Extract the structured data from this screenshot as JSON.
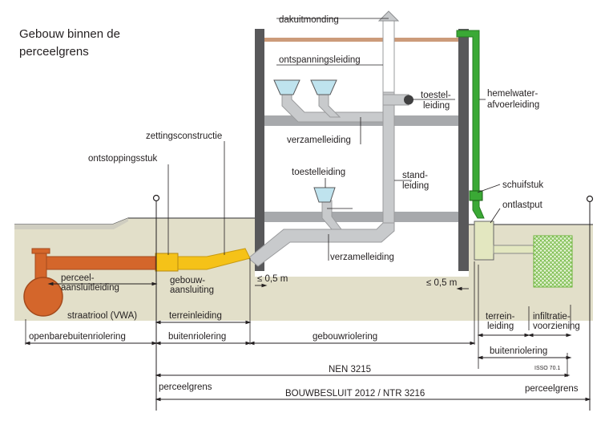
{
  "title_line1": "Gebouw binnen de",
  "title_line2": "perceelgrens",
  "labels": {
    "dakuitmonding": "dakuitmonding",
    "ontspanningsleiding": "ontspanningsleiding",
    "toestelleiding_top_1": "toestel-",
    "toestelleiding_top_2": "leiding",
    "hemelwater_1": "hemelwater-",
    "hemelwater_2": "afvoerleiding",
    "verzamelleiding_top": "verzamelleiding",
    "zettingsconstructie": "zettingsconstructie",
    "ontstoppingsstuk": "ontstoppingsstuk",
    "toestelleiding_mid": "toestelleiding",
    "standleiding_1": "stand-",
    "standleiding_2": "leiding",
    "schuifstuk": "schuifstuk",
    "ontlastput": "ontlastput",
    "verzamelleiding_bottom": "verzamelleiding",
    "gebouwaansluiting_1": "gebouw-",
    "gebouwaansluiting_2": "aansluiting",
    "perceelaansluitleiding_1": "perceel-",
    "perceelaansluitleiding_2": "aansluitleiding",
    "dist_left": "≤ 0,5 m",
    "dist_right": "≤ 0,5 m",
    "straatriool": "straatriool (VWA)",
    "terreinleiding_left": "terreinleiding",
    "terreinleiding_right_1": "terrein-",
    "terreinleiding_right_2": "leiding",
    "infiltratie_1": "infiltratie-",
    "infiltratie_2": "voorziening",
    "openbare": "openbarebuitenriolering",
    "buitenriolering_left": "buitenriolering",
    "gebouwriolering": "gebouwriolering",
    "buitenriolering_right": "buitenriolering",
    "nen": "NEN 3215",
    "isso": "ISSO 70.1",
    "perceelgrens_left": "perceelgrens",
    "perceelgrens_right": "perceelgrens",
    "bouwbesluit": "BOUWBESLUIT 2012 /  NTR 3216"
  },
  "colors": {
    "ground": "#e2dfc9",
    "ground_line": "#555555",
    "wall": "#58585a",
    "floor": "#a7a9ac",
    "pipe_grey": "#c8cacc",
    "sewer": "#d4662b",
    "yellow_pipe": "#f5c218",
    "green": "#3aa935",
    "put": "#e3e7c0",
    "infiltratie": "#97cf6b",
    "roof_line": "#cc9b7a"
  }
}
